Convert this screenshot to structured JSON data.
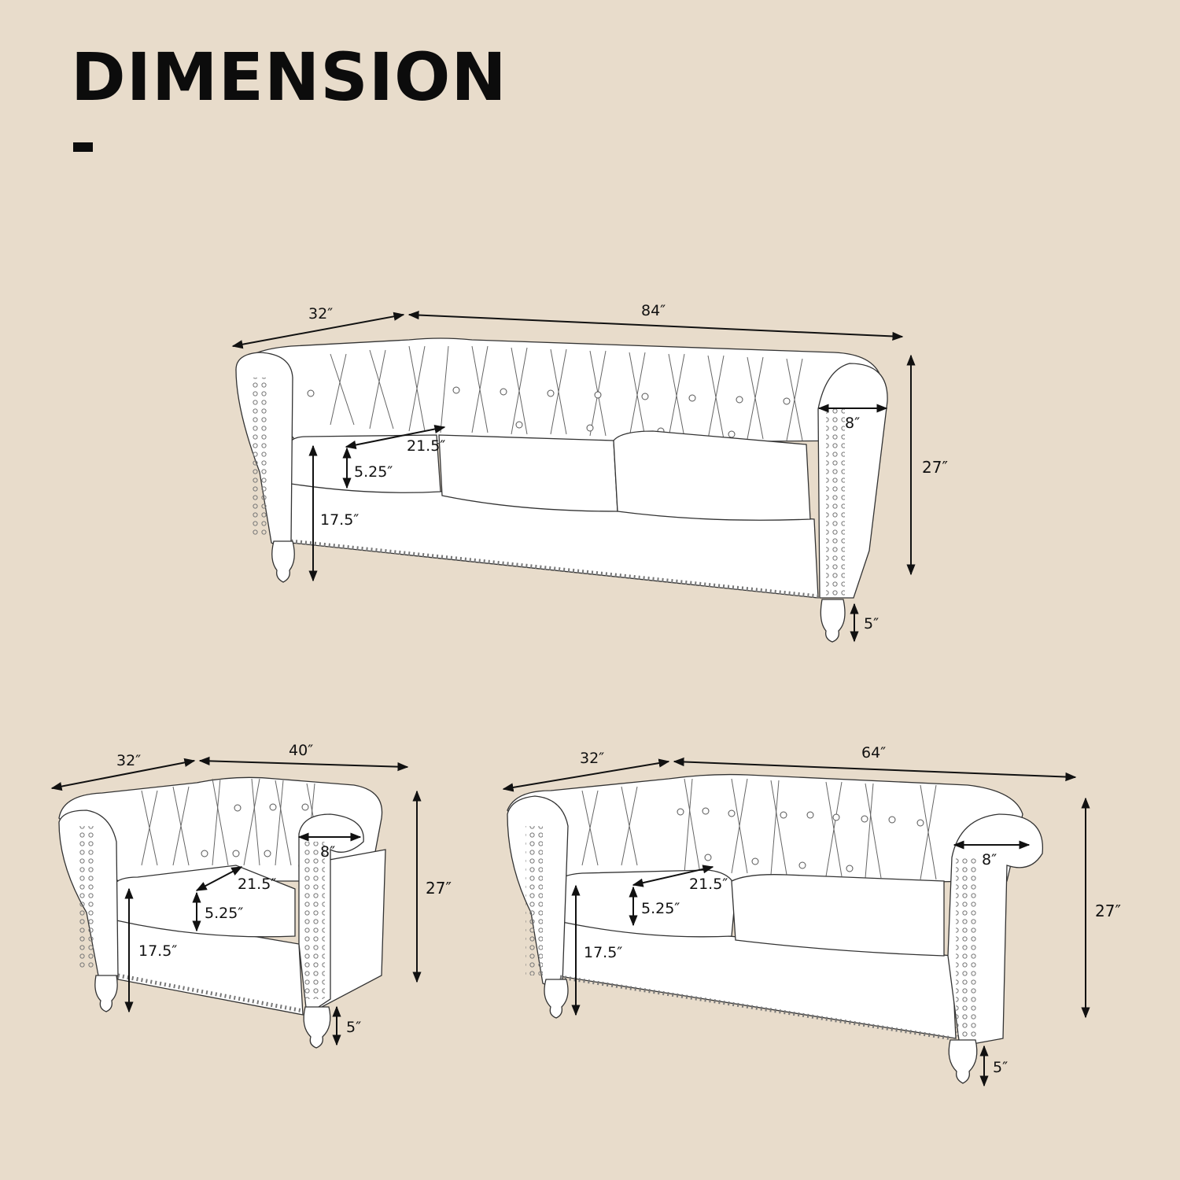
{
  "header": {
    "title": "DIMENSION"
  },
  "colors": {
    "background": "#e8dccb",
    "text": "#0c0c0c",
    "furniture_fill": "#ffffff",
    "line": "#222222"
  },
  "products": [
    {
      "name": "three-seat-sofa",
      "dimensions": {
        "depth": "32″",
        "width": "84″",
        "height": "27″",
        "arm_width": "8″",
        "seat_depth": "21.5″",
        "cushion_thickness": "5.25″",
        "seat_height": "17.5″",
        "leg_height": "5″"
      }
    },
    {
      "name": "armchair",
      "dimensions": {
        "depth": "32″",
        "width": "40″",
        "height": "27″",
        "arm_width": "8″",
        "seat_depth": "21.5″",
        "cushion_thickness": "5.25″",
        "seat_height": "17.5″",
        "leg_height": "5″"
      }
    },
    {
      "name": "loveseat",
      "dimensions": {
        "depth": "32″",
        "width": "64″",
        "height": "27″",
        "arm_width": "8″",
        "seat_depth": "21.5″",
        "cushion_thickness": "5.25″",
        "seat_height": "17.5″",
        "leg_height": "5″"
      }
    }
  ]
}
